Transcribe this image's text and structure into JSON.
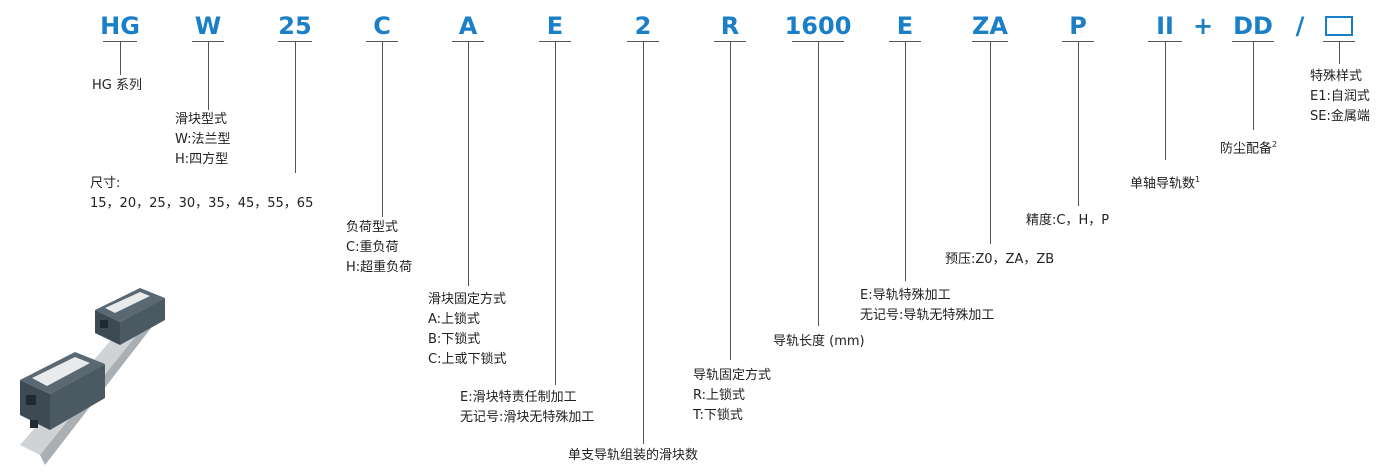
{
  "codes": [
    "HG",
    "W",
    "25",
    "C",
    "A",
    "E",
    "2",
    "R",
    "1600",
    "E",
    "ZA",
    "P",
    "II",
    "DD"
  ],
  "separators": {
    "plus": "+",
    "slash": "/"
  },
  "descriptions": {
    "series": [
      "HG 系列"
    ],
    "block_type": [
      "滑块型式",
      "W:法兰型",
      "H:四方型"
    ],
    "size": [
      "尺寸:",
      "15，20，25，30，35，45，55，65"
    ],
    "load": [
      "负荷型式",
      "C:重负荷",
      "H:超重负荷"
    ],
    "mounting": [
      "滑块固定方式",
      "A:上锁式",
      "B:下锁式",
      "C:上或下锁式"
    ],
    "block_special": [
      "E:滑块特责任制加工",
      "无记号:滑块无特殊加工"
    ],
    "blocks_per_rail": [
      "单支导轨组装的滑块数"
    ],
    "rail_fixing": [
      "导轨固定方式",
      "R:上锁式",
      "T:下锁式"
    ],
    "rail_length": [
      "导轨长度 (mm)"
    ],
    "rail_special": [
      "E:导轨特殊加工",
      "无记号:导轨无特殊加工"
    ],
    "preload": [
      "预压:Z0，ZA，ZB"
    ],
    "precision": [
      "精度:C，H，P"
    ],
    "rails_per_axis": {
      "text": "单轴导轨数",
      "sup": "1"
    },
    "dust": {
      "text": "防尘配备",
      "sup": "2"
    },
    "special": [
      "特殊样式",
      "E1:自润式",
      "SE:金属端"
    ]
  },
  "colors": {
    "code": "#1a7fc7",
    "text": "#222222",
    "line": "#555555"
  },
  "image": {
    "icon": "linear-guide-product-icon"
  }
}
